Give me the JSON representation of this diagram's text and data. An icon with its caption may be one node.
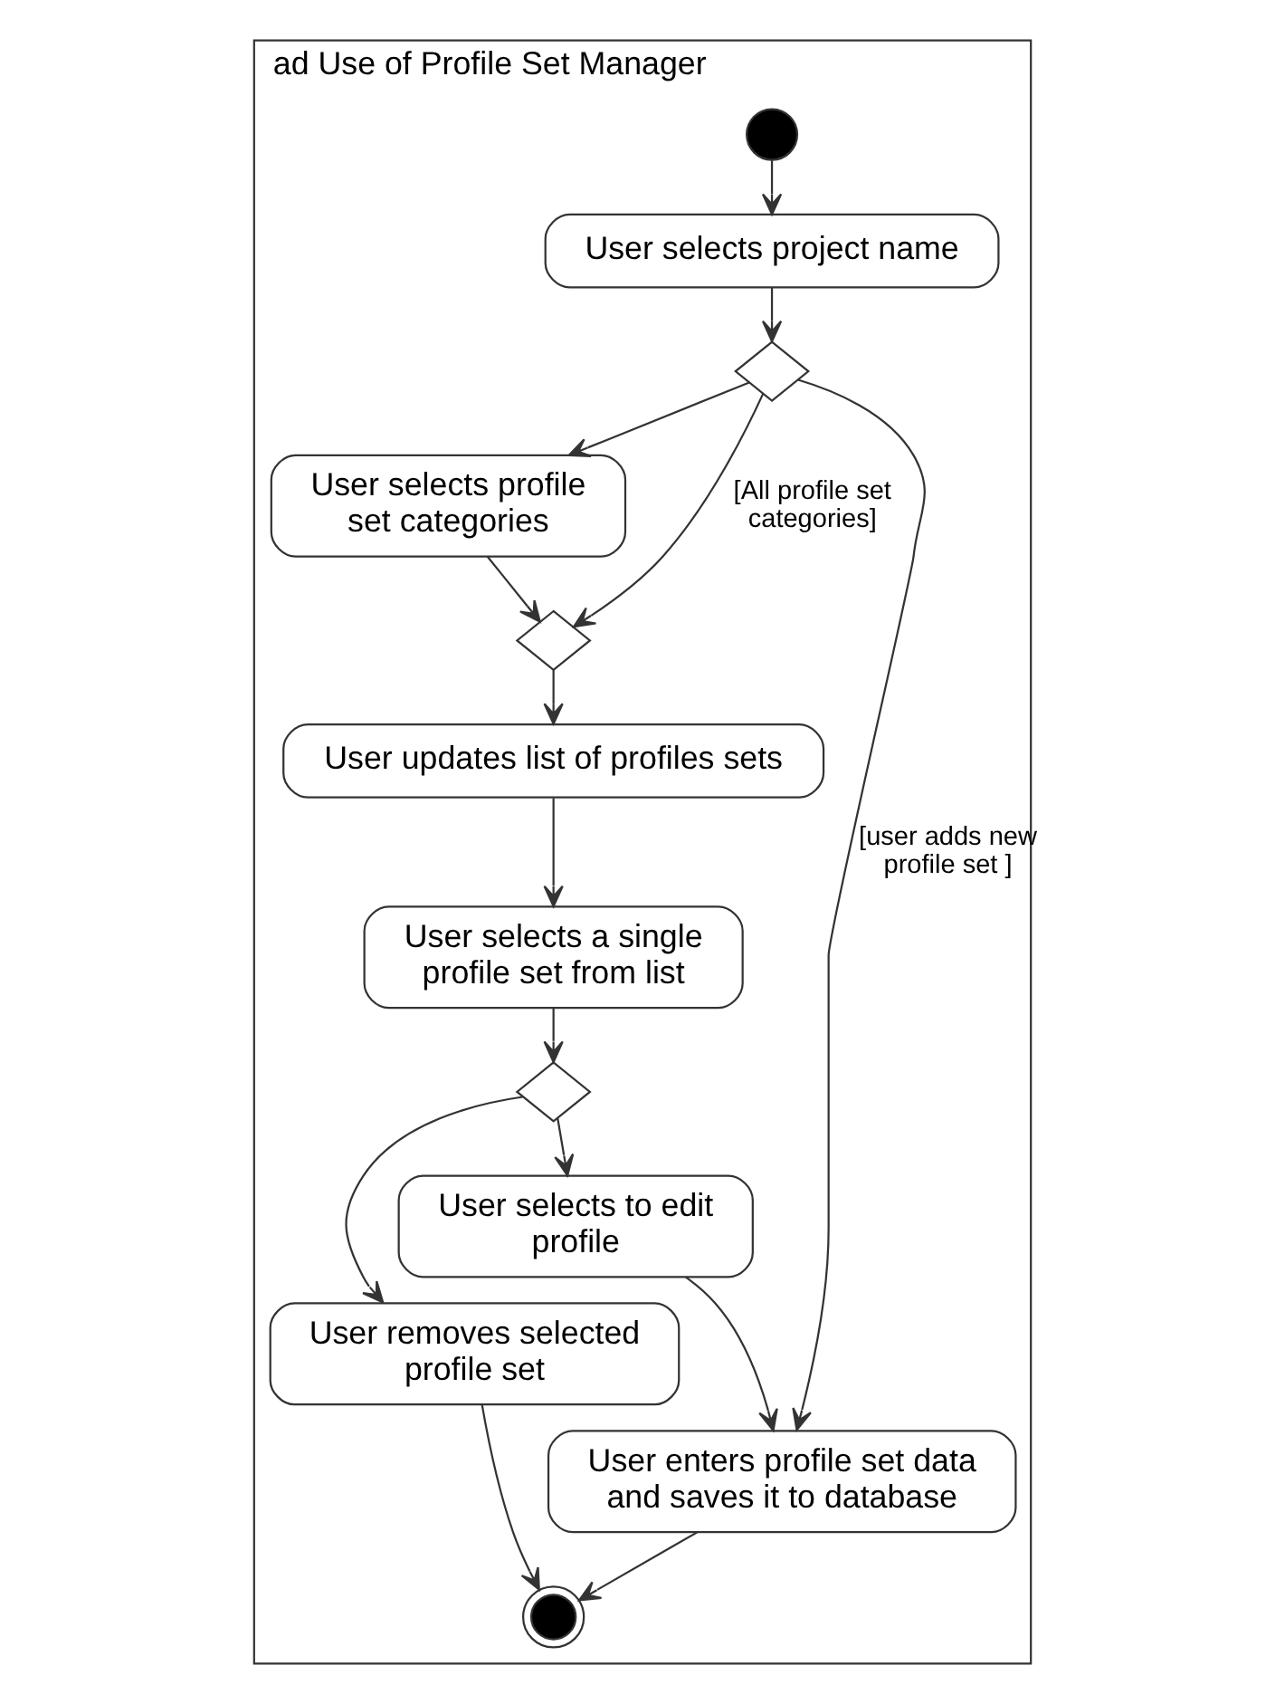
{
  "diagram": {
    "nodes": [
      {
        "text": [
          "ad Use of Profile Set Manager"
        ]
      },
      {
        "text": [],
        "shape": "circle",
        "in": 0
      },
      {
        "text": [
          "User selects project name"
        ],
        "in": 0
      },
      {
        "text": [],
        "shape": "diamond",
        "in": 0
      },
      {
        "text": [
          "User selects profile set categories"
        ],
        "in": 0
      },
      {
        "text": [],
        "shape": "diamond",
        "in": 0
      },
      {
        "text": [
          "User updates list of profiles sets"
        ],
        "in": 0
      },
      {
        "text": [
          "User selects a single profile set from list"
        ],
        "in": 0
      },
      {
        "text": [],
        "shape": "diamond",
        "in": 0
      },
      {
        "text": [
          "User removes selected profile set"
        ],
        "in": 0
      },
      {
        "text": [
          "User selects to edit profile"
        ],
        "in": 0
      },
      {
        "text": [
          "User enters profile set data and saves it to database"
        ],
        "in": 0
      },
      {
        "text": [],
        "shape": "circle",
        "in": 0
      }
    ],
    "edges": [
      {
        "from": 1,
        "to": 2,
        "arrow": "to"
      },
      {
        "from": 2,
        "to": 3,
        "arrow": "to"
      },
      {
        "from": 3,
        "to": 4,
        "arrow": "to"
      },
      {
        "from": 3,
        "to": 5,
        "arrow": "to",
        "label": "[All profile set categories]"
      },
      {
        "from": 3,
        "to": 11,
        "arrow": "to",
        "label": "[user adds new profile set ]"
      },
      {
        "from": 4,
        "to": 5,
        "arrow": "to"
      },
      {
        "from": 5,
        "to": 6,
        "arrow": "to"
      },
      {
        "from": 6,
        "to": 7,
        "arrow": "to"
      },
      {
        "from": 7,
        "to": 8,
        "arrow": "to"
      },
      {
        "from": 8,
        "to": 9,
        "arrow": "to"
      },
      {
        "from": 8,
        "to": 10,
        "arrow": "to"
      },
      {
        "from": 10,
        "to": 11,
        "arrow": "to"
      },
      {
        "from": 9,
        "to": 12,
        "arrow": "to"
      },
      {
        "from": 11,
        "to": 12,
        "arrow": "to"
      }
    ]
  }
}
